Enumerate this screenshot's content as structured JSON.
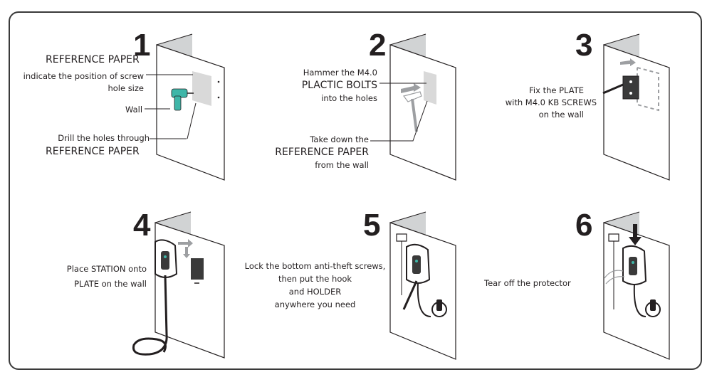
{
  "steps": [
    {
      "number": "1",
      "labels": {
        "ref_title": "REFERENCE PAPER",
        "ref_line1": "indicate the position of screw",
        "ref_line2": "hole size",
        "wall": "Wall",
        "drill_line1": "Drill the holes through",
        "drill_line2": "REFERENCE PAPER"
      }
    },
    {
      "number": "2",
      "labels": {
        "hammer_line1": "Hammer the M4.0",
        "hammer_line2": "PLACTIC BOLTS",
        "hammer_line3": "into the holes",
        "take_line1": "Take down the",
        "take_line2": "REFERENCE PAPER",
        "take_line3": "from the wall"
      }
    },
    {
      "number": "3",
      "labels": {
        "fix_line1": "Fix the PLATE",
        "fix_line2": "with M4.0 KB SCREWS",
        "fix_line3": "on the wall"
      }
    },
    {
      "number": "4",
      "labels": {
        "place_line1": "Place STATION onto",
        "place_line2": "PLATE on the wall"
      }
    },
    {
      "number": "5",
      "labels": {
        "lock_line1": "Lock the bottom anti-theft screws,",
        "lock_line2": "then put the hook",
        "lock_line3": "and HOLDER",
        "lock_line4": "anywhere you need"
      }
    },
    {
      "number": "6",
      "labels": {
        "tear_line1": "Tear off the protector"
      }
    }
  ],
  "colors": {
    "wall_fill": "#ffffff",
    "wall_fold": "#d1d3d4",
    "paper": "#d9d9d9",
    "drill_teal": "#3fb6a8",
    "arrow_gray": "#9d9fa2",
    "ink": "#231f20"
  }
}
